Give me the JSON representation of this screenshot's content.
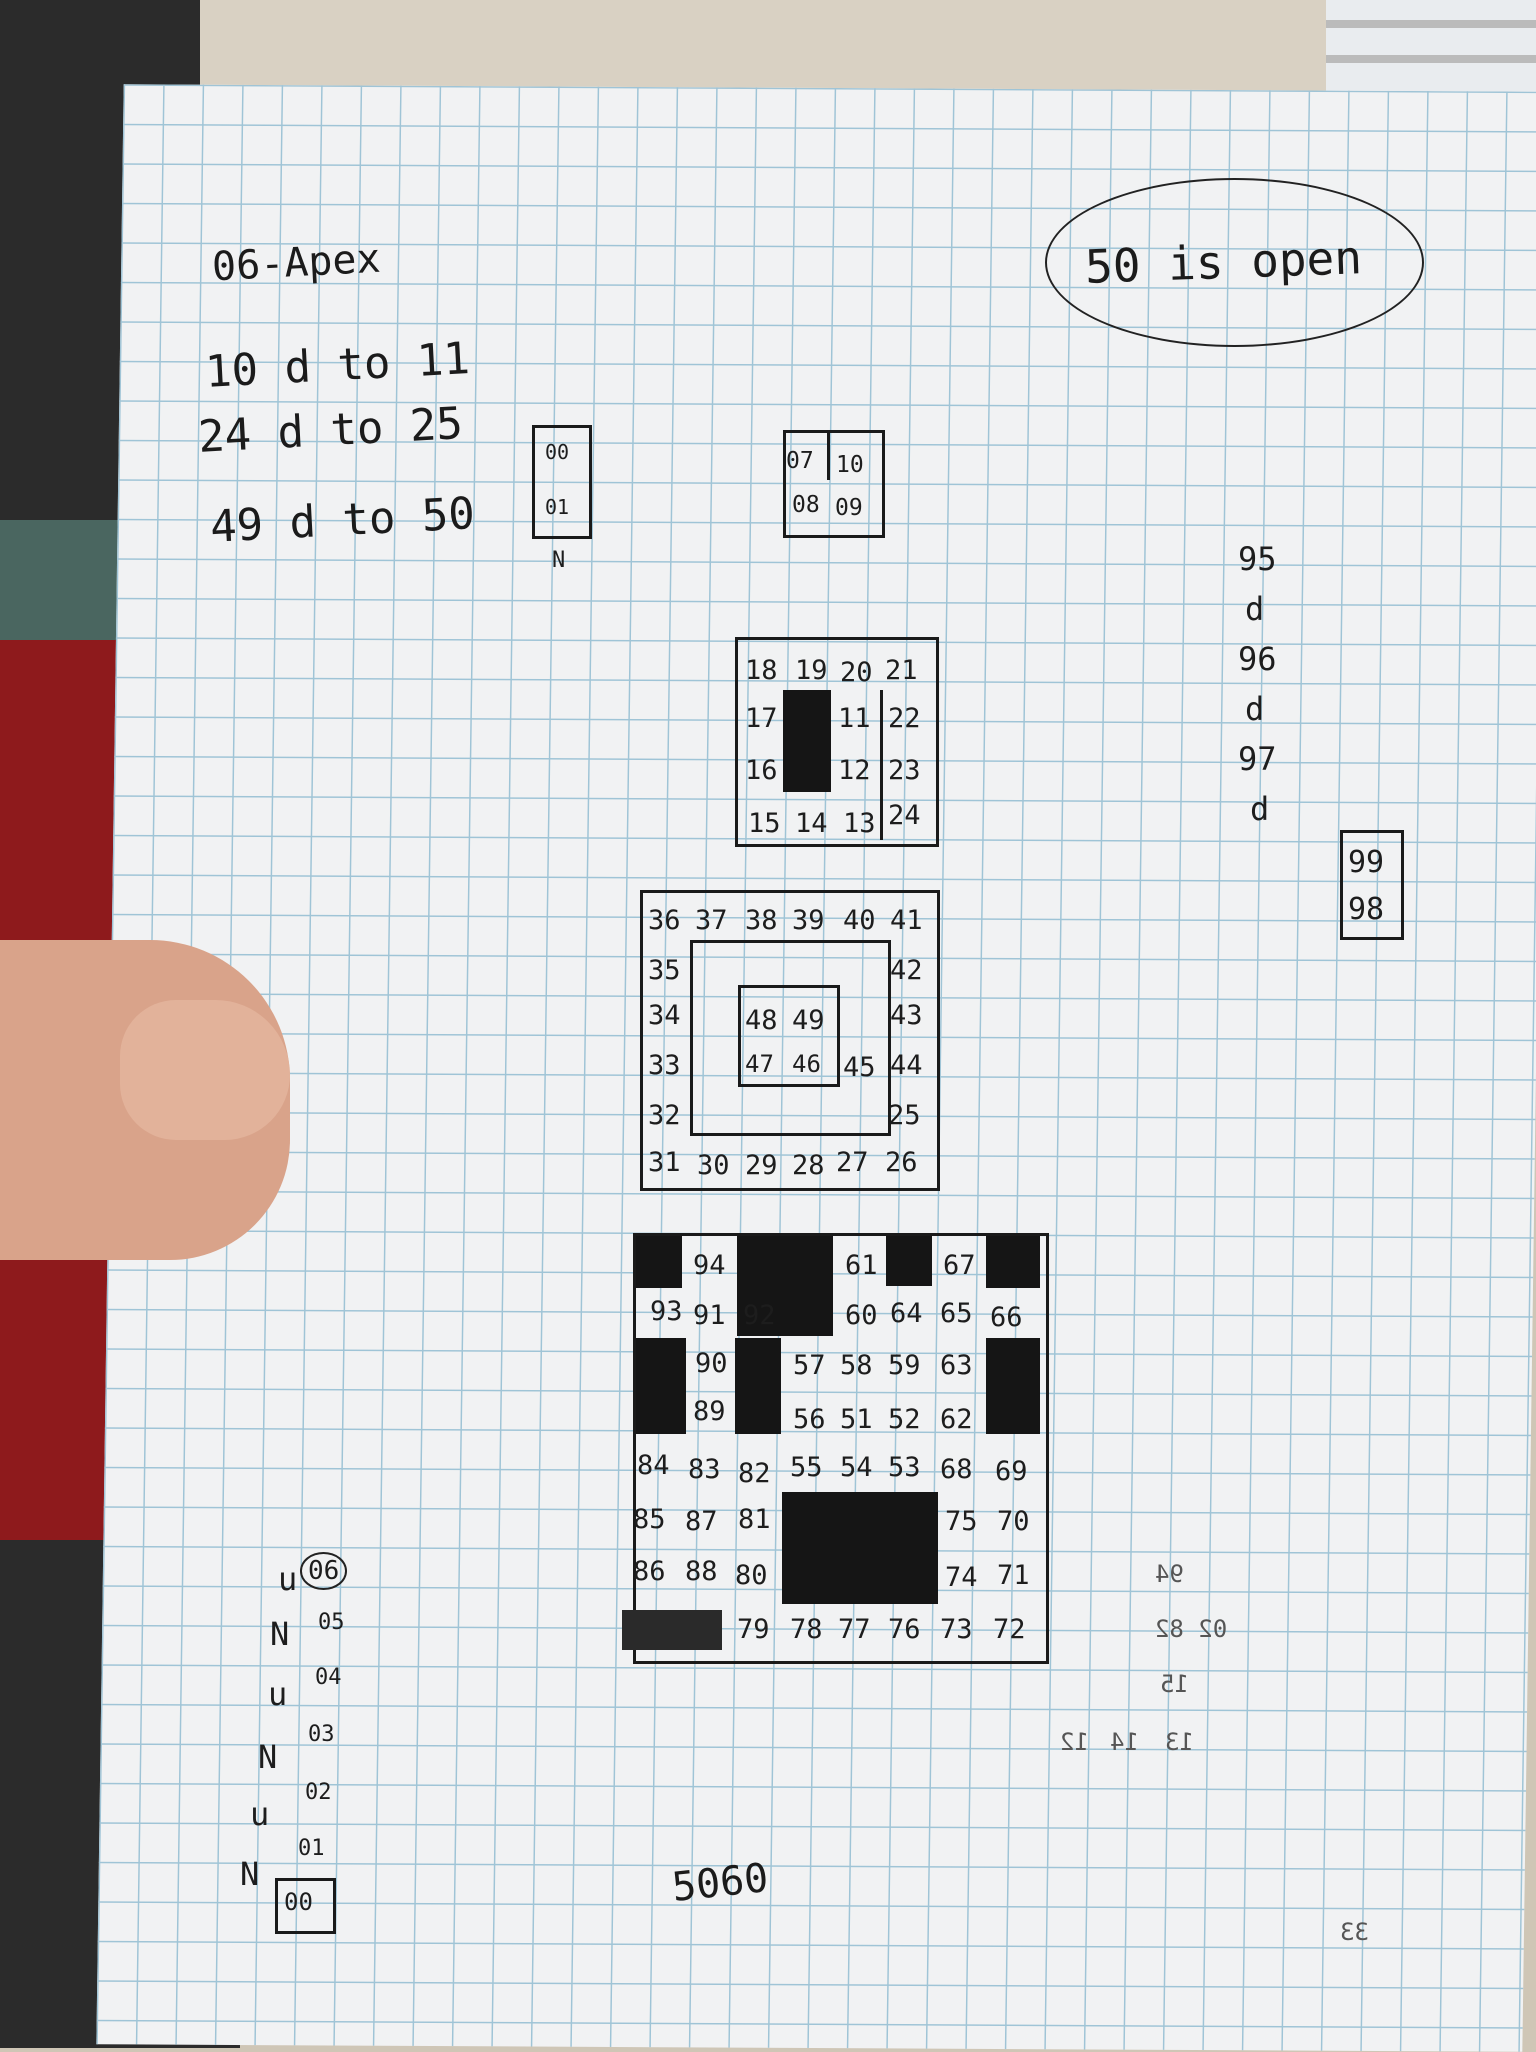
{
  "notes": {
    "apex": "06-Apex",
    "line1": "10 d to 11",
    "line2": "24 d to 25",
    "line3": "49 d to 50",
    "open": "50 is open",
    "page_code": "5060"
  },
  "box_00_01": {
    "a": "00",
    "b": "01",
    "below": "N"
  },
  "box_07_10": {
    "c07": "07",
    "c10": "10",
    "c08": "08",
    "c09": "09"
  },
  "level_11_24": {
    "row1": [
      "18",
      "19",
      "20",
      "21"
    ],
    "left": [
      "17",
      "16"
    ],
    "inner": [
      "11",
      "12"
    ],
    "right": [
      "22",
      "23",
      "24"
    ],
    "bottom": [
      "15",
      "14",
      "13"
    ]
  },
  "level_25_49": {
    "top": [
      "36",
      "37",
      "38",
      "39",
      "40",
      "41"
    ],
    "left": [
      "35",
      "34",
      "33",
      "32"
    ],
    "right": [
      "42",
      "43",
      "44",
      "25"
    ],
    "bottom": [
      "31",
      "30",
      "29",
      "28",
      "27",
      "26"
    ],
    "inner": [
      "48",
      "49",
      "47",
      "46",
      "45"
    ]
  },
  "level_50_94": {
    "r1": [
      "94",
      "61",
      "67"
    ],
    "r2": [
      "93",
      "91",
      "92",
      "60",
      "64",
      "65",
      "66"
    ],
    "r3": [
      "90",
      "57",
      "58",
      "59",
      "63"
    ],
    "r4": [
      "89",
      "56",
      "51",
      "52",
      "62"
    ],
    "r5": [
      "84",
      "83",
      "82",
      "55",
      "54",
      "53",
      "68",
      "69"
    ],
    "r6": [
      "85",
      "87",
      "81",
      "75",
      "70"
    ],
    "r7": [
      "86",
      "88",
      "80",
      "74",
      "71"
    ],
    "r8": [
      "79",
      "78",
      "77",
      "76",
      "73",
      "72"
    ]
  },
  "column_95_99": [
    "95",
    "d",
    "96",
    "d",
    "97",
    "d",
    "99",
    "98"
  ],
  "bottom_left_ladder": {
    "letters": [
      "u",
      "N",
      "u",
      "N",
      "u",
      "N"
    ],
    "nums": [
      "06",
      "05",
      "04",
      "03",
      "02",
      "01",
      "00"
    ]
  },
  "faint_mirror": [
    "94",
    "02 82",
    "15",
    "12",
    "14",
    "13",
    "33"
  ]
}
